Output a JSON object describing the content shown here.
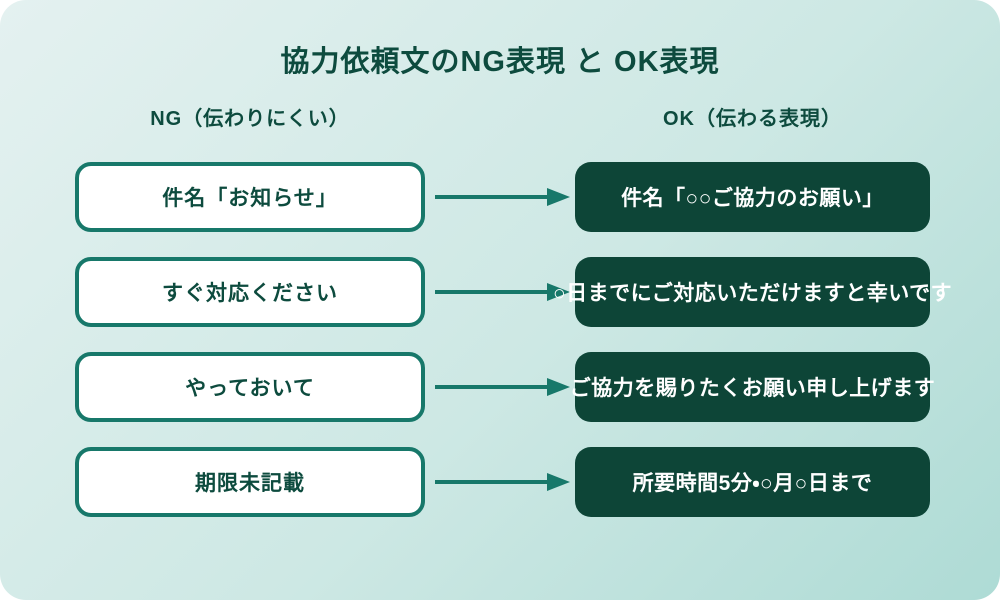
{
  "page": {
    "title": "協力依頼文のNG表現 と OK表現",
    "columns": {
      "ng_header": "NG（伝わりにくい）",
      "ok_header": "OK（伝わる表現）"
    },
    "rows": [
      {
        "ng": "件名「お知らせ」",
        "ok": "件名「○○ご協力のお願い」"
      },
      {
        "ng": "すぐ対応ください",
        "ok": "○日までにご対応いただけますと幸いです"
      },
      {
        "ng": "やっておいて",
        "ok": "ご協力を賜りたくお願い申し上げます"
      },
      {
        "ng": "期限未記載",
        "ok": "所要時間5分・○月○日まで"
      }
    ],
    "colors": {
      "bg-start": "#e4f1f0",
      "bg-end": "#aedbd5",
      "dark-green": "#0d4537",
      "teal": "#17786a",
      "title-color": "#0d4b3e",
      "white": "#ffffff"
    }
  }
}
